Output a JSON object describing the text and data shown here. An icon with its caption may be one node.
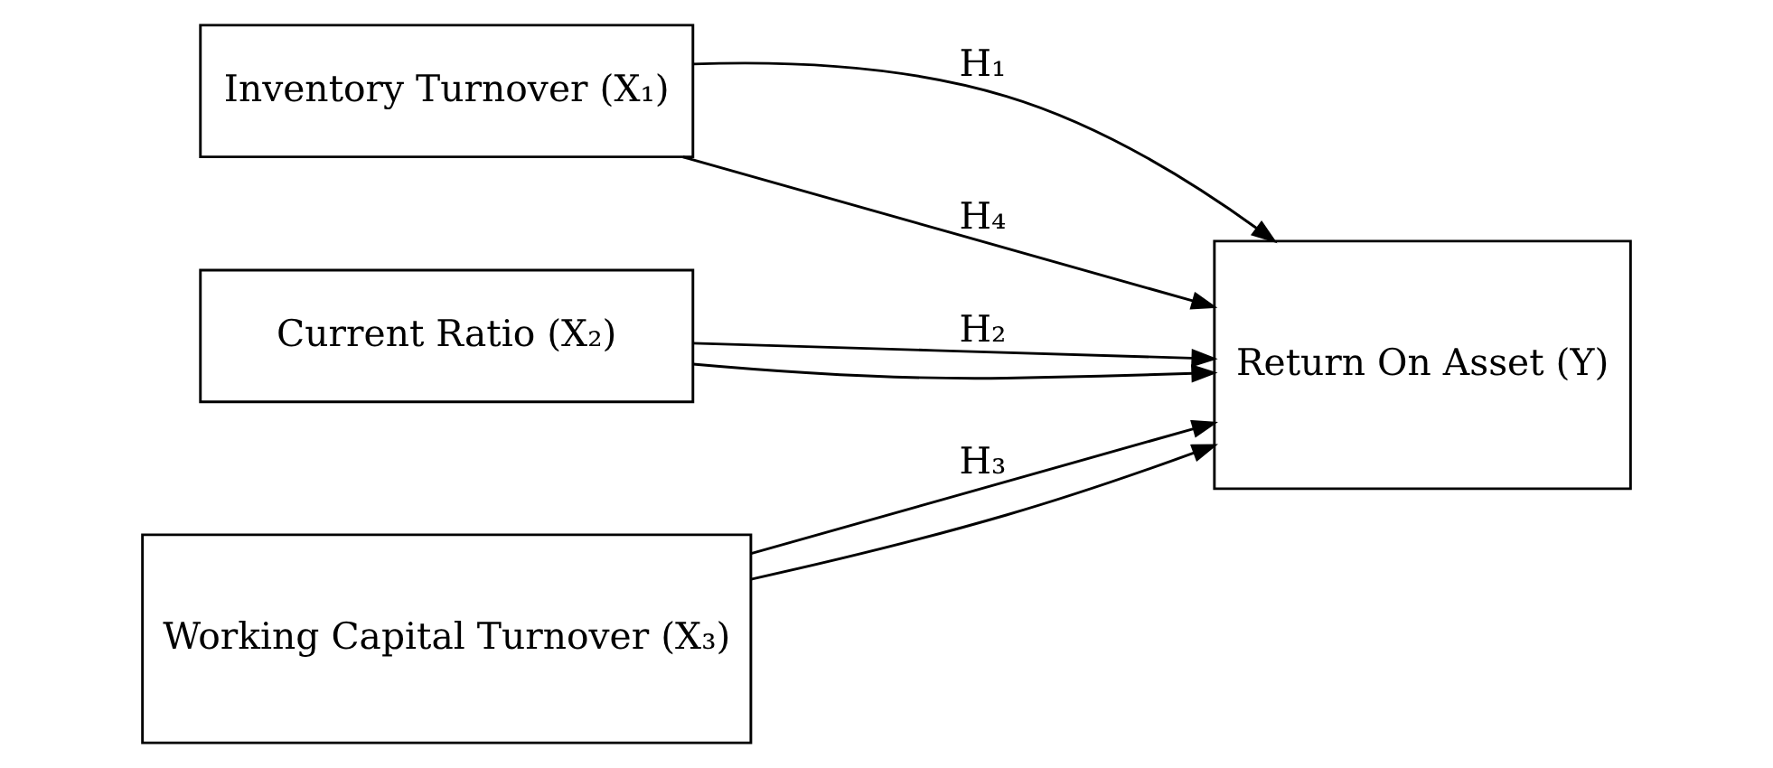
{
  "diagram": {
    "nodes": [
      {
        "text": [
          "Inventory Turnover (X₁)"
        ]
      },
      {
        "text": [
          "Current Ratio (X₂)"
        ]
      },
      {
        "text": [
          "Working Capital Turnover (X₃)"
        ]
      },
      {
        "text": [
          "Return On Asset (Y)"
        ]
      }
    ],
    "edges": [
      {
        "from": 0,
        "to": 3,
        "arrow": "to",
        "label": "H₁"
      },
      {
        "from": 1,
        "to": 3,
        "arrow": "to",
        "label": "H₂"
      },
      {
        "from": 2,
        "to": 3,
        "arrow": "to",
        "label": "H₃"
      },
      {
        "from": 0,
        "to": 3,
        "arrow": "to",
        "label": "H₄"
      },
      {
        "from": 1,
        "to": 3,
        "arrow": "to"
      },
      {
        "from": 2,
        "to": 3,
        "arrow": "to"
      }
    ]
  }
}
